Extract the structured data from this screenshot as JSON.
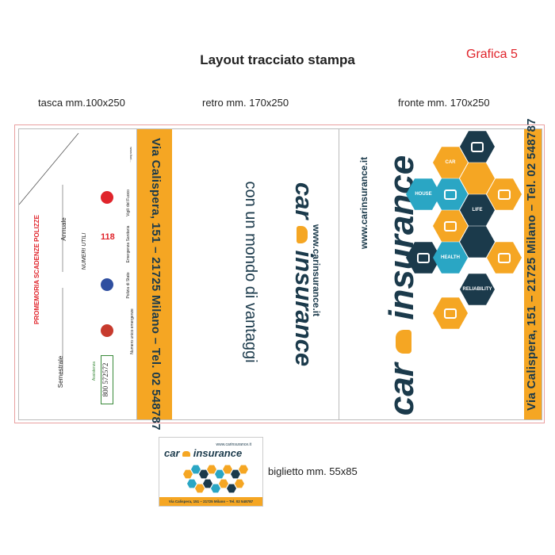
{
  "header": {
    "title": "Layout tracciato stampa",
    "grafica": "Grafica 5"
  },
  "labels": {
    "tasca": "tasca mm.100x250",
    "retro": "retro mm. 170x250",
    "fronte": "fronte mm. 170x250",
    "biglietto": "biglietto mm. 55x85"
  },
  "tasca": {
    "title": "PROMEMORIA SCADENZE POLIZZE",
    "annuale": "Annuale",
    "semestrale": "Semestrale",
    "numeri_utili": "NUMERI UTILI",
    "items": [
      {
        "label": "Vigili del Fuoco"
      },
      {
        "label": "Emergenza Sanitaria"
      },
      {
        "label": "Polizia di Stato"
      },
      {
        "label": "Numero unico emergenze"
      },
      {
        "label": "Assistenza",
        "number": "800 572572"
      }
    ],
    "vertical_small": "www.fiori..."
  },
  "retro": {
    "address": "Via Calispera, 151 – 21725 Milano – Tel. 02 548787",
    "brand_car": "car",
    "brand_insurance": "insurance",
    "tagline": "con un mondo di vantaggi",
    "website": "www.carinsurance.it"
  },
  "fronte": {
    "website": "www.carinsurance.it",
    "brand_car": "car",
    "brand_insurance": "insurance",
    "address": "Via Calispera, 151 – 21725 Milano – Tel. 02 548787",
    "hex_labels": [
      "CAR",
      "HOUSE",
      "LIFE",
      "HEALTH",
      "RELIABILITY"
    ]
  },
  "biglietto": {
    "website": "www.carinsurance.it",
    "brand_car": "car",
    "brand_insurance": "insurance",
    "address": "Via Calispera, 151 – 21725 Milano – Tel. 02 548787"
  },
  "colors": {
    "orange": "#f5a623",
    "navy": "#1b3a4b",
    "teal": "#2aa6c4",
    "red": "#e0242b"
  }
}
